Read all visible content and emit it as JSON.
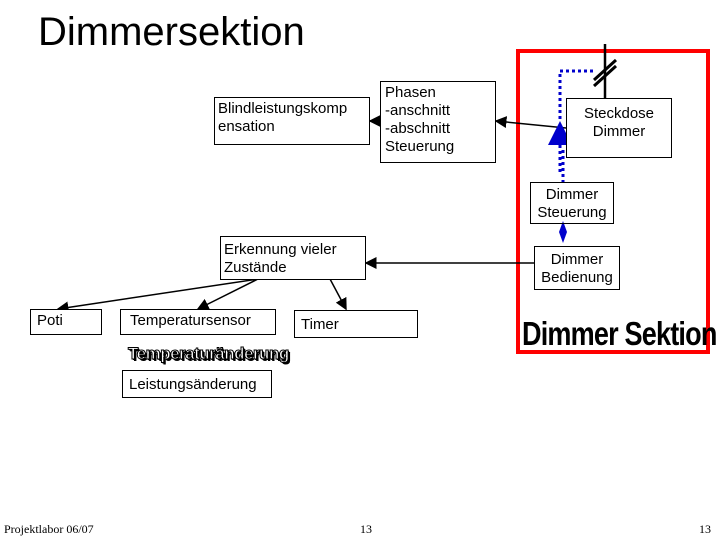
{
  "title": "Dimmersektion",
  "boxes": {
    "blindleistung": "Blindleistungskomp ensation",
    "phasen": [
      "Phasen",
      "-anschnitt",
      "-abschnitt",
      "Steuerung"
    ],
    "steckdose": [
      "Steckdose",
      "Dimmer"
    ],
    "dimmer_steuerung": [
      "Dimmer",
      "Steuerung"
    ],
    "erkennung": "Erkennung vieler Zustände",
    "dimmer_bedienung": [
      "Dimmer",
      "Bedienung"
    ],
    "poti": "Poti",
    "temperatursensor": "Temperatursensor",
    "timer": "Timer",
    "leistungsaenderung": "Leistungsänderung"
  },
  "labels": {
    "dimmer_sektion": "Dimmer Sektion",
    "temperaturaenderung": "Temperaturänderung"
  },
  "footer": {
    "left": "Projektlabor 06/07",
    "center": "13",
    "right": "13"
  },
  "colors": {
    "frame": "#ff0000",
    "link": "#0000cc",
    "line": "#000000"
  }
}
